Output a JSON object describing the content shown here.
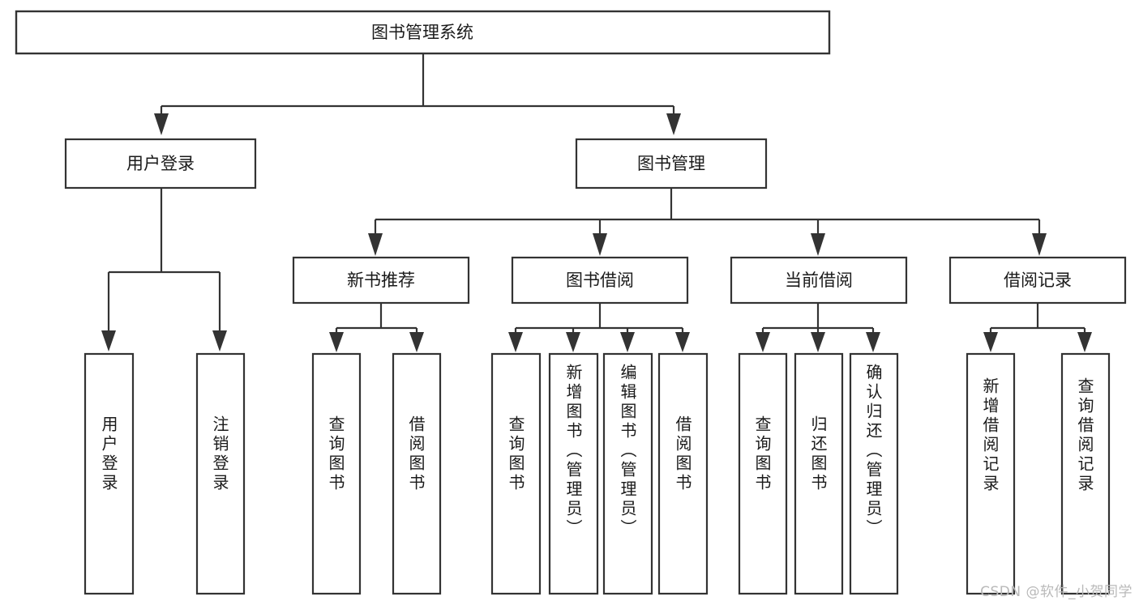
{
  "diagram": {
    "type": "tree-hierarchy",
    "title": "图书管理系统",
    "orientation": "top-down",
    "colors": {
      "box_stroke": "#333333",
      "box_fill": "#ffffff",
      "text": "#1a1a1a",
      "background": "#ffffff",
      "watermark": "#b9b9b9"
    },
    "levels": [
      {
        "level": 0,
        "nodes": [
          {
            "id": "root",
            "label": "图书管理系统",
            "orientation": "horizontal"
          }
        ]
      },
      {
        "level": 1,
        "nodes": [
          {
            "id": "login",
            "label": "用户登录",
            "orientation": "horizontal",
            "parent": "root"
          },
          {
            "id": "bookmgmt",
            "label": "图书管理",
            "orientation": "horizontal",
            "parent": "root"
          }
        ]
      },
      {
        "level": 2,
        "nodes": [
          {
            "id": "newbook",
            "label": "新书推荐",
            "orientation": "horizontal",
            "parent": "bookmgmt"
          },
          {
            "id": "borrow",
            "label": "图书借阅",
            "orientation": "horizontal",
            "parent": "bookmgmt"
          },
          {
            "id": "current",
            "label": "当前借阅",
            "orientation": "horizontal",
            "parent": "bookmgmt"
          },
          {
            "id": "records",
            "label": "借阅记录",
            "orientation": "horizontal",
            "parent": "bookmgmt"
          }
        ]
      },
      {
        "level": 3,
        "nodes": [
          {
            "id": "leaf-1",
            "label": "用户登录",
            "orientation": "vertical",
            "parent": "login"
          },
          {
            "id": "leaf-2",
            "label": "注销登录",
            "orientation": "vertical",
            "parent": "login"
          },
          {
            "id": "leaf-3",
            "label": "查询图书",
            "orientation": "vertical",
            "parent": "newbook"
          },
          {
            "id": "leaf-4",
            "label": "借阅图书",
            "orientation": "vertical",
            "parent": "newbook"
          },
          {
            "id": "leaf-5",
            "label": "查询图书",
            "orientation": "vertical",
            "parent": "borrow"
          },
          {
            "id": "leaf-6",
            "label": "新增图书（管理员）",
            "orientation": "vertical",
            "parent": "borrow"
          },
          {
            "id": "leaf-7",
            "label": "编辑图书（管理员）",
            "orientation": "vertical",
            "parent": "borrow"
          },
          {
            "id": "leaf-8",
            "label": "借阅图书",
            "orientation": "vertical",
            "parent": "borrow"
          },
          {
            "id": "leaf-9",
            "label": "查询图书",
            "orientation": "vertical",
            "parent": "current"
          },
          {
            "id": "leaf-10",
            "label": "归还图书",
            "orientation": "vertical",
            "parent": "current"
          },
          {
            "id": "leaf-11",
            "label": "确认归还（管理员）",
            "orientation": "vertical",
            "parent": "current"
          },
          {
            "id": "leaf-12",
            "label": "新增借阅记录",
            "orientation": "vertical",
            "parent": "records"
          },
          {
            "id": "leaf-13",
            "label": "查询借阅记录",
            "orientation": "vertical",
            "parent": "records"
          }
        ]
      }
    ]
  },
  "watermark": {
    "text": "CSDN @软件_小贺同学"
  }
}
